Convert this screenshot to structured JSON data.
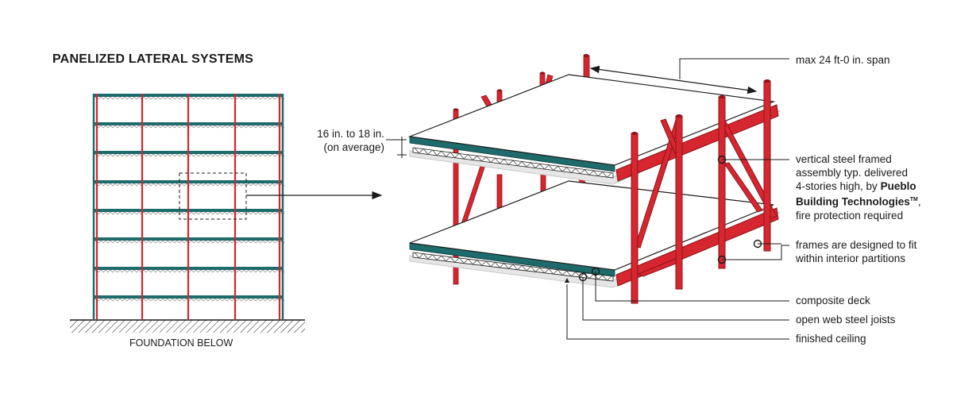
{
  "title": "PANELIZED LATERAL SYSTEMS",
  "foundation_label": "FOUNDATION BELOW",
  "dimension": {
    "line1": "16 in. to 18 in.",
    "line2": "(on average)"
  },
  "span_label": "max 24 ft-0 in. span",
  "callouts": {
    "frame": {
      "line1": "vertical steel framed",
      "line2": "assembly typ. delivered",
      "line3_prefix": "4-stories high, by",
      "brand1": "Pueblo",
      "brand2": "Building Technologies",
      "trademark": "TM",
      "line4_suffix": ",",
      "line5": "fire protection required"
    },
    "partitions": {
      "line1": "frames are designed to fit",
      "line2": "within interior partitions"
    },
    "deck": "composite deck",
    "joists": "open web steel joists",
    "ceiling": "finished ceiling"
  },
  "colors": {
    "steel_red": "#d6262f",
    "steel_dark": "#8e141b",
    "deck_teal": "#1e6b6b",
    "line": "#1a1a1a",
    "ceiling_gray": "#c8c8c8"
  }
}
